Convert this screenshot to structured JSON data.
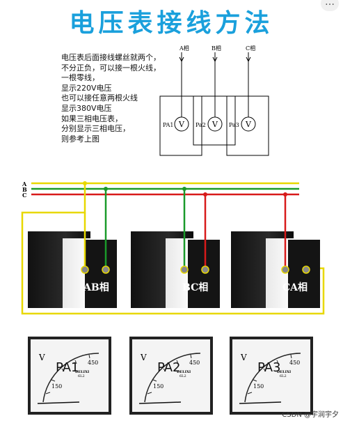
{
  "title": "电压表接线方法",
  "corner": "…",
  "notes": [
    "电压表后面接线螺丝就两个，",
    "不分正负，可以接一根火线，",
    "一根零线，",
    "显示220V电压",
    "也可以接任意两根火线",
    "显示380V电压",
    "如果三相电压表，",
    "分别显示三相电压，",
    "则参考上图"
  ],
  "schematic": {
    "phases": [
      "A相",
      "B相",
      "C相"
    ],
    "meters": [
      "PA1",
      "Pa2",
      "Pa3"
    ],
    "meter_symbol": "V"
  },
  "bus": {
    "labels": [
      "A",
      "B",
      "C"
    ],
    "colors": {
      "A": "#e8d800",
      "B": "#1a9a2a",
      "C": "#d81a1a"
    }
  },
  "meters_photo": [
    {
      "label": "AB相"
    },
    {
      "label": "BC相"
    },
    {
      "label": "CA相"
    }
  ],
  "dials": [
    {
      "name": "PA1",
      "unit": "V",
      "max": "450",
      "mid": "150",
      "brand": "DELIXI",
      "model": "6L2"
    },
    {
      "name": "PA2",
      "unit": "V",
      "max": "450",
      "mid": "150",
      "brand": "DELIXI",
      "model": "6L2"
    },
    {
      "name": "PA3",
      "unit": "V",
      "max": "450",
      "mid": "150",
      "brand": "DELIXI",
      "model": "6L2"
    }
  ],
  "watermark": "CSDN @宇润宇夕"
}
